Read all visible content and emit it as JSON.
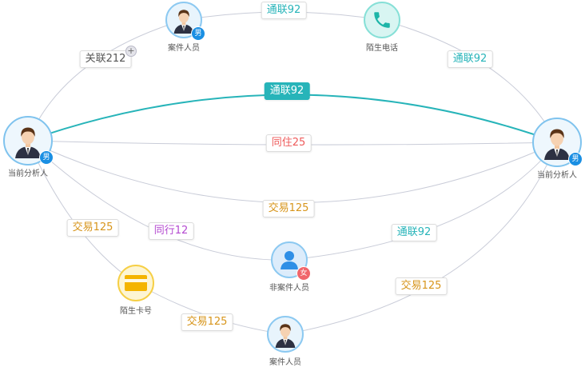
{
  "colors": {
    "communication": "#27b4b9",
    "cohabit": "#ee5a5a",
    "transaction": "#d7951b",
    "travel": "#b44ad0",
    "association": "#555555",
    "edge_default": "#c9ccd8",
    "edge_highlight": "#27b4b9"
  },
  "nodes": {
    "left_person": {
      "label": "当前分析人",
      "badge": "男",
      "icon": "person-avatar-icon"
    },
    "right_person": {
      "label": "当前分析人",
      "badge": "男",
      "icon": "person-avatar-icon"
    },
    "top_person": {
      "label": "案件人员",
      "badge": "男",
      "icon": "person-avatar-icon"
    },
    "phone": {
      "label": "陌生电话",
      "icon": "phone-icon"
    },
    "bank_card": {
      "label": "陌生卡号",
      "icon": "bank-card-icon"
    },
    "non_case_person": {
      "label": "非案件人员",
      "badge": "女",
      "icon": "person-silhouette-icon"
    },
    "bottom_person": {
      "label": "案件人员",
      "icon": "person-avatar-icon"
    }
  },
  "edges": {
    "assoc": {
      "label": "关联212"
    },
    "top_comm": {
      "label": "通联92"
    },
    "right_top_comm": {
      "label": "通联92"
    },
    "main_comm": {
      "label": "通联92"
    },
    "cohabit": {
      "label": "同住25"
    },
    "trade_lower": {
      "label": "交易125"
    },
    "trade_card_left": {
      "label": "交易125"
    },
    "travel": {
      "label": "同行12"
    },
    "comm_lower_right": {
      "label": "通联92"
    },
    "trade_right_bottom": {
      "label": "交易125"
    },
    "trade_card_bottom": {
      "label": "交易125"
    }
  }
}
